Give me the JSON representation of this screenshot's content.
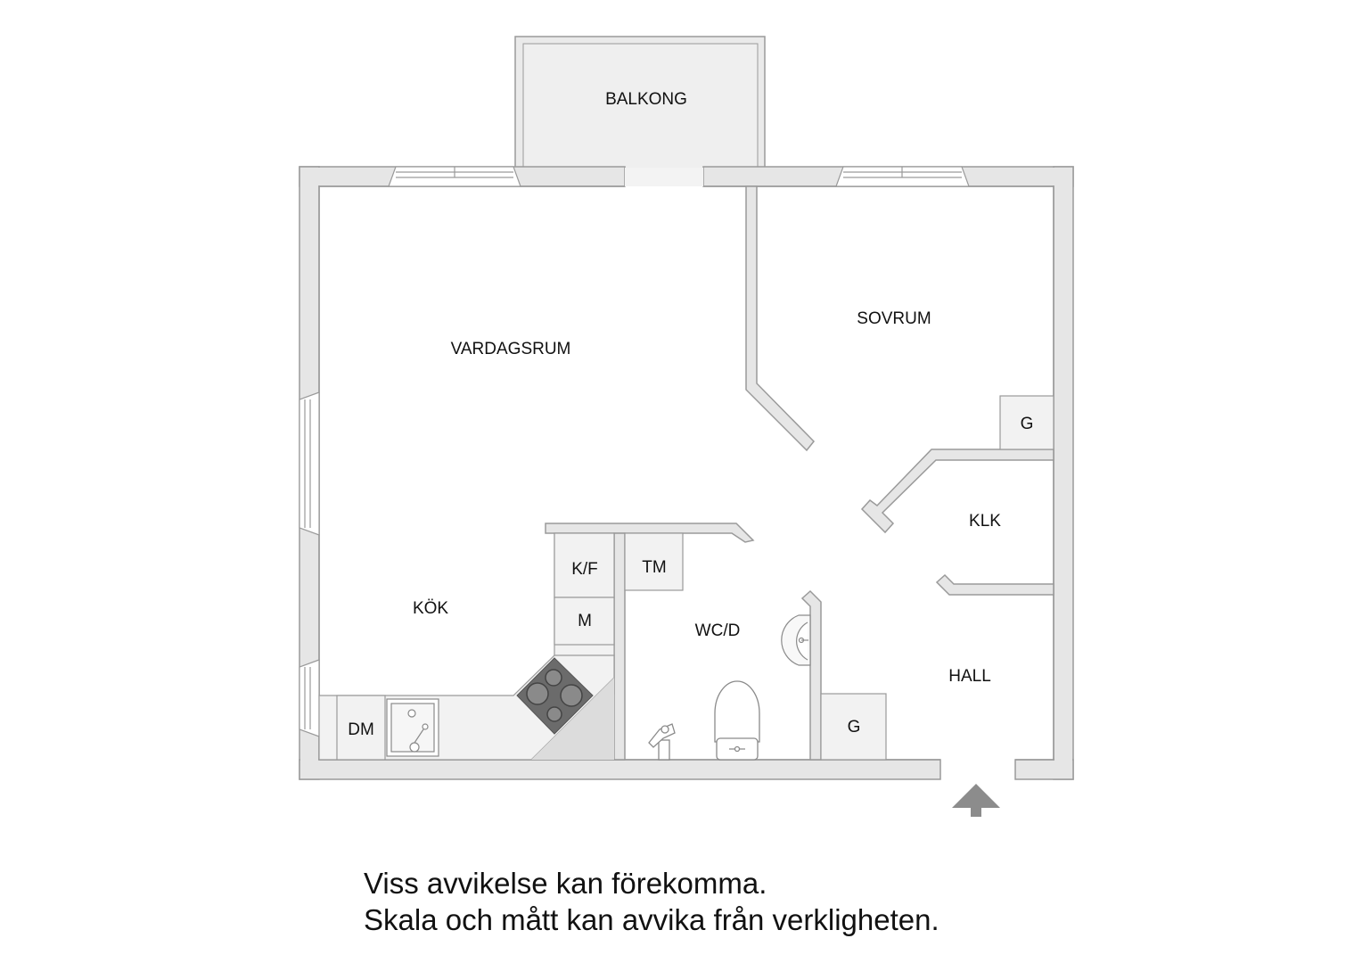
{
  "rooms": {
    "balkong": "BALKONG",
    "vardagsrum": "VARDAGSRUM",
    "sovrum": "SOVRUM",
    "kok": "KÖK",
    "wc_d": "WC/D",
    "klk": "KLK",
    "hall": "HALL"
  },
  "fixtures": {
    "garderob_sovrum": "G",
    "garderob_hall": "G",
    "kyl_frys": "K/F",
    "mikro": "M",
    "tvattmaskin": "TM",
    "diskmaskin": "DM"
  },
  "disclaimer": {
    "line1": "Viss avvikelse kan förekomma.",
    "line2": "Skala och mått kan avvika från verkligheten."
  },
  "colors": {
    "wall": "#e6e6e6",
    "wall_stroke": "#9a9a9a",
    "floor": "#ffffff",
    "balcony": "#ececec",
    "counter": "#f0f0f0",
    "stove": "#6b6b6b",
    "entrance_arrow": "#8c8c8c"
  },
  "icons": {
    "entrance": "entrance-arrow-icon",
    "stove": "stove-icon",
    "sink": "sink-icon",
    "toilet": "toilet-icon",
    "washbasin": "washbasin-icon",
    "shower": "shower-icon"
  }
}
